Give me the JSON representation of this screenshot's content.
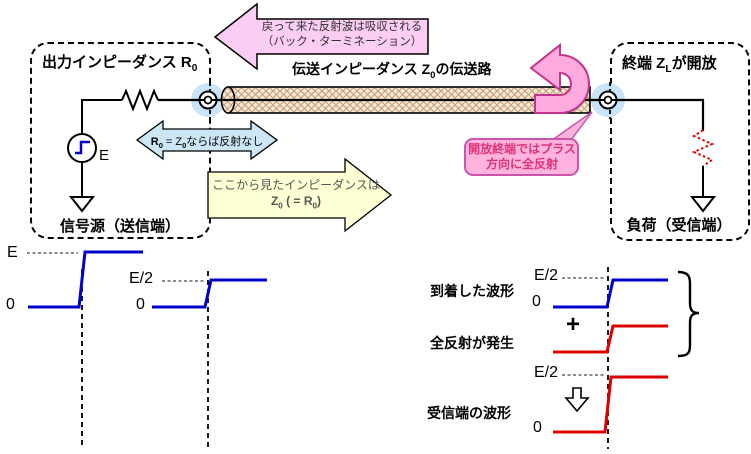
{
  "colors": {
    "wave_blue": "#0000cc",
    "wave_red": "#dd0000",
    "pink_arrow_fill": "#fbcdf2",
    "blue_arrow_fill": "#cde6f5",
    "yellow_arrow_fill": "#ffffd6",
    "uturn_fill": "#ffaade",
    "uturn_stroke": "#c0368c",
    "callout_fill": "#ffb3de",
    "callout_stroke": "#cc55aa",
    "callout_text": "#dd3377",
    "node_glow": "#c9e4f6",
    "coax_fill": "#f5ead8",
    "coax_hatch": "#c99c78"
  },
  "diagram": {
    "back_arrow": {
      "line1": "戻って来た反射波は吸収される",
      "line2": "（バック・ターミネーション）"
    },
    "tline_label": {
      "pre": "伝送インピーダンス  Z",
      "sub": "0",
      "post": "の伝送路"
    },
    "left_box": {
      "title_pre": "出力インピーダンス  R",
      "title_sub": "0",
      "source_label": "E",
      "bottom_label": "信号源（送信端）"
    },
    "right_box": {
      "title_pre": "終端  Z",
      "title_sub": "L",
      "title_post": "が開放",
      "bottom_label": "負荷（受信端）"
    },
    "match_arrow": {
      "r": "R",
      "r_sub": "0",
      "eq": " = Z",
      "z_sub": "0",
      "tail": "ならば反射なし"
    },
    "impedance_arrow": {
      "line1": "ここから見たインピーダンスは",
      "z": "Z",
      "z_sub": "0",
      "mid": " ( = R",
      "r_sub": "0",
      "close": ")"
    },
    "reflect_callout": {
      "line1": "開放終端ではプラス",
      "line2": "方向に全反射"
    }
  },
  "waveforms": {
    "send": {
      "high": "E",
      "zero": "0"
    },
    "mid": {
      "high": "E/2",
      "zero": "0"
    },
    "arrived": {
      "label": "到着した波形",
      "high": "E/2",
      "zero": "0"
    },
    "plus": "+",
    "reflected": {
      "label": "全反射が発生"
    },
    "received": {
      "label": "受信端の波形",
      "high": "E/2",
      "zero": "0"
    }
  }
}
